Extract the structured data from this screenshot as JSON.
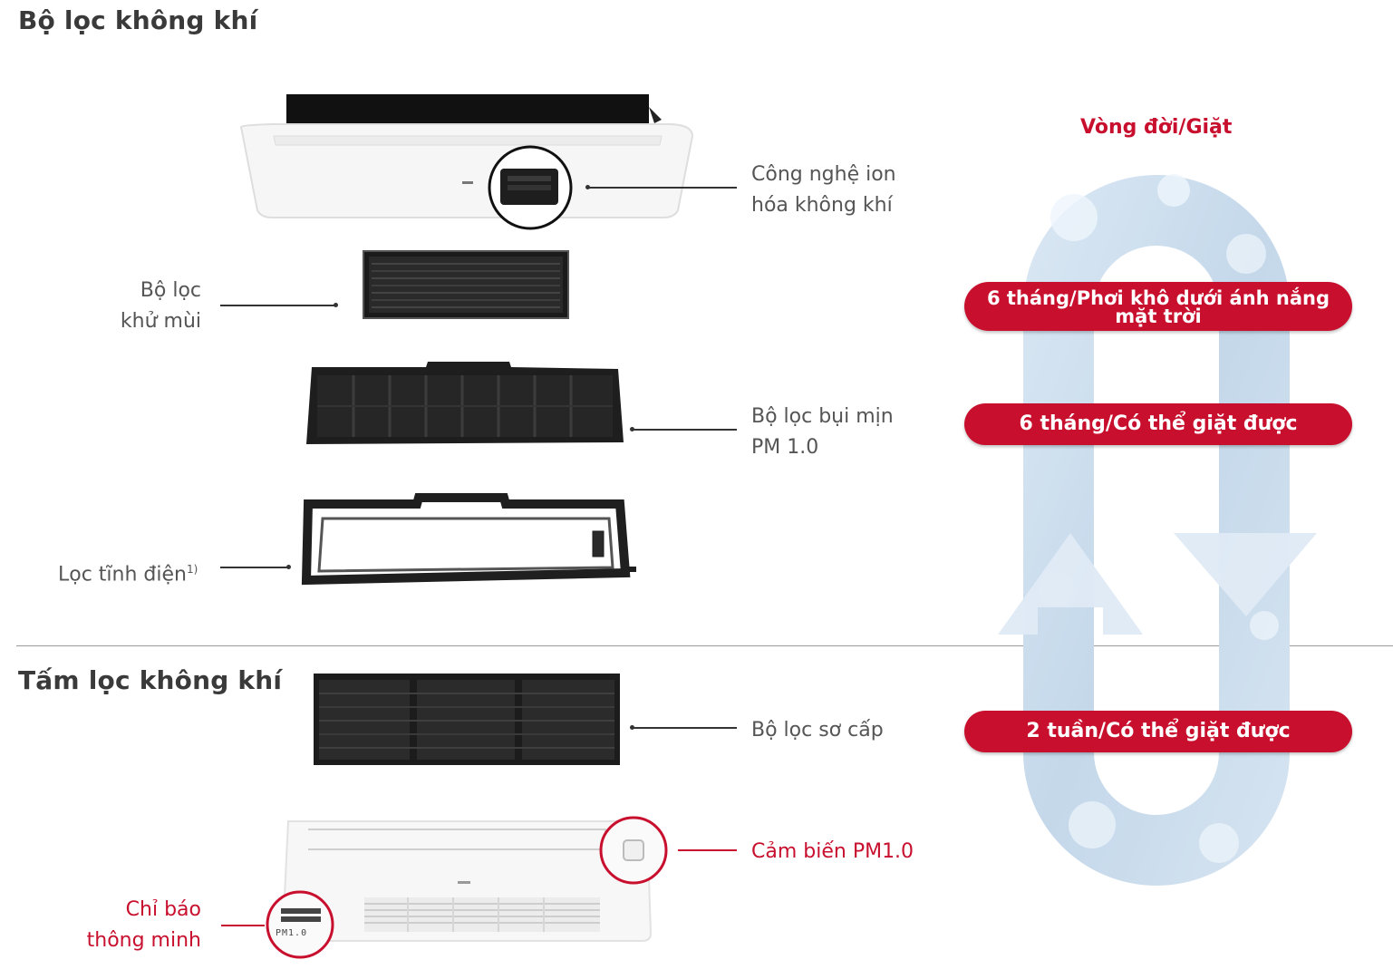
{
  "sections": {
    "air_filter": "Bộ lọc không khí",
    "air_filter_panel": "Tấm lọc không khí"
  },
  "labels": {
    "ionizer_line1": "Công nghệ ion",
    "ionizer_line2": "hóa không khí",
    "deodor_line1": "Bộ lọc",
    "deodor_line2": "khử mùi",
    "pm_line1": "Bộ lọc bụi mịn",
    "pm_line2": "PM 1.0",
    "electrostatic": "Lọc tĩnh điện",
    "electrostatic_sup": "1)",
    "prefilter": "Bộ lọc sơ cấp",
    "pm_sensor": "Cảm biến PM1.0",
    "smart_line1": "Chỉ báo",
    "smart_line2": "thông minh",
    "display_text": "PM1.0"
  },
  "lifecycle": {
    "title": "Vòng đời/Giặt",
    "pill1_line1": "6 tháng/Phơi khô dưới ánh nắng",
    "pill1_line2": "mặt trời",
    "pill2": "6 tháng/Có thể giặt được",
    "pill3": "2 tuần/Có thể giặt được"
  },
  "colors": {
    "accent_red": "#c8102e",
    "text_gray": "#555555",
    "heading": "#3a3a3a",
    "loop_blue": "#cfe0ef"
  }
}
